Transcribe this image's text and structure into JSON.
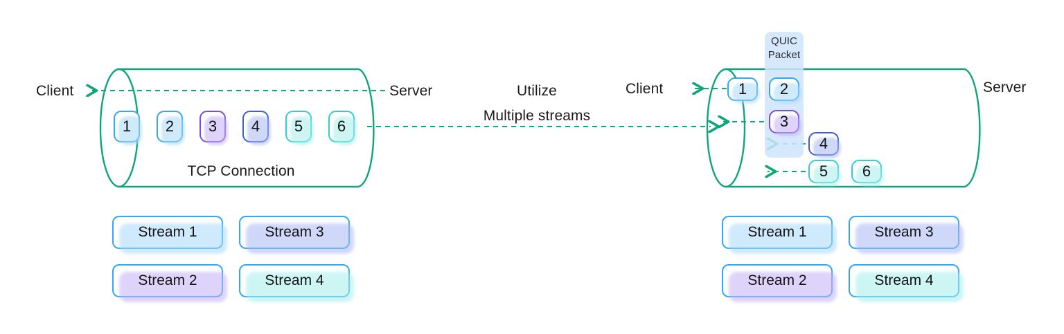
{
  "diagram": {
    "title": "TCP single connection head-of-line blocking vs QUIC multiple streams",
    "colors": {
      "cylinder": "#0ca678",
      "arrow": "#0ca678",
      "stream1": "#36a7ef",
      "stream2": "#7c4ddf",
      "stream3": "#3b5fe0",
      "stream4": "#2fd0cd",
      "quic_band": "#cfe4fb",
      "text": "#1b1b1b",
      "background": "#ffffff"
    }
  },
  "left_panel": {
    "client_label": "Client",
    "server_label": "Server",
    "connection_label": "TCP Connection",
    "packets": [
      {
        "id": "1",
        "stream": "s1"
      },
      {
        "id": "2",
        "stream": "s1"
      },
      {
        "id": "3",
        "stream": "s2"
      },
      {
        "id": "4",
        "stream": "s3"
      },
      {
        "id": "5",
        "stream": "s4"
      },
      {
        "id": "6",
        "stream": "s4"
      }
    ],
    "legend": [
      {
        "label": "Stream 1",
        "stream": "s1"
      },
      {
        "label": "Stream 3",
        "stream": "s3"
      },
      {
        "label": "Stream 2",
        "stream": "s2"
      },
      {
        "label": "Stream 4",
        "stream": "s4"
      }
    ]
  },
  "middle": {
    "line1": "Utilize",
    "line2": "Multiple streams"
  },
  "right_panel": {
    "client_label": "Client",
    "server_label": "Server",
    "quic_packet_label": "QUIC\nPacket",
    "packets": [
      {
        "id": "1",
        "stream": "s1"
      },
      {
        "id": "2",
        "stream": "s1"
      },
      {
        "id": "3",
        "stream": "s2"
      },
      {
        "id": "4",
        "stream": "s3"
      },
      {
        "id": "5",
        "stream": "s4"
      },
      {
        "id": "6",
        "stream": "s4"
      }
    ],
    "legend": [
      {
        "label": "Stream 1",
        "stream": "s1"
      },
      {
        "label": "Stream 3",
        "stream": "s3"
      },
      {
        "label": "Stream 2",
        "stream": "s2"
      },
      {
        "label": "Stream 4",
        "stream": "s4"
      }
    ]
  }
}
